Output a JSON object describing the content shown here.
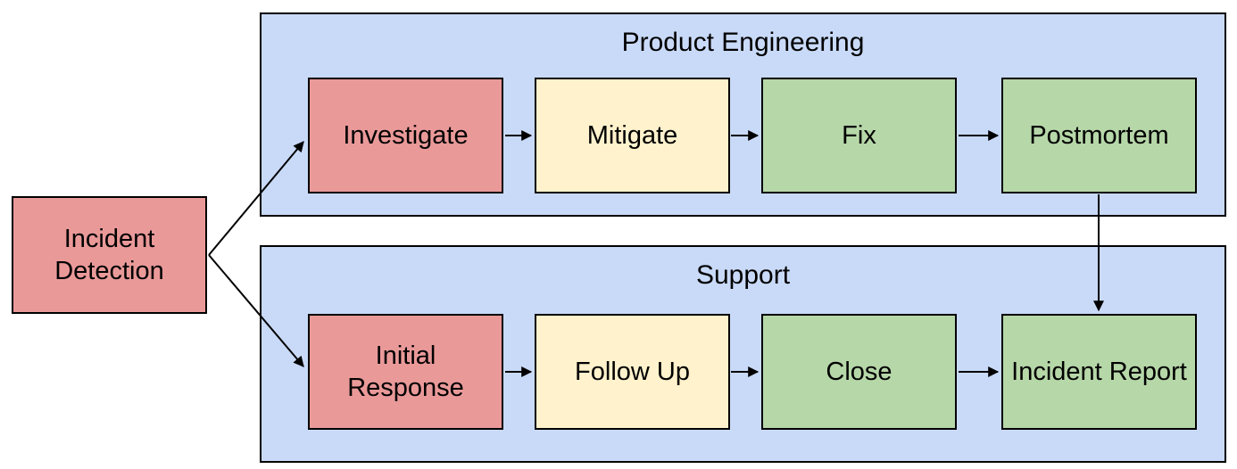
{
  "diagram": {
    "type": "flowchart",
    "background": "#ffffff",
    "stroke_color": "#000000",
    "start": {
      "label": "Incident Detection",
      "fill": "#EA9999"
    },
    "lanes": [
      {
        "title": "Product Engineering",
        "fill": "#C9DAF8",
        "nodes": [
          {
            "label": "Investigate",
            "fill": "#EA9999"
          },
          {
            "label": "Mitigate",
            "fill": "#FFF2CC"
          },
          {
            "label": "Fix",
            "fill": "#B6D7A8"
          },
          {
            "label": "Postmortem",
            "fill": "#B6D7A8"
          }
        ]
      },
      {
        "title": "Support",
        "fill": "#C9DAF8",
        "nodes": [
          {
            "label": "Initial Response",
            "fill": "#EA9999"
          },
          {
            "label": "Follow Up",
            "fill": "#FFF2CC"
          },
          {
            "label": "Close",
            "fill": "#B6D7A8"
          },
          {
            "label": "Incident Report",
            "fill": "#B6D7A8"
          }
        ]
      }
    ],
    "edges": [
      {
        "from": "Incident Detection",
        "to": "Investigate"
      },
      {
        "from": "Incident Detection",
        "to": "Initial Response"
      },
      {
        "from": "Investigate",
        "to": "Mitigate"
      },
      {
        "from": "Mitigate",
        "to": "Fix"
      },
      {
        "from": "Fix",
        "to": "Postmortem"
      },
      {
        "from": "Postmortem",
        "to": "Incident Report"
      },
      {
        "from": "Initial Response",
        "to": "Follow Up"
      },
      {
        "from": "Follow Up",
        "to": "Close"
      },
      {
        "from": "Close",
        "to": "Incident Report"
      }
    ],
    "colors": {
      "node_red": "#EA9999",
      "node_yellow": "#FFF2CC",
      "node_green": "#B6D7A8",
      "lane_blue": "#C9DAF8",
      "stroke": "#000000"
    }
  }
}
